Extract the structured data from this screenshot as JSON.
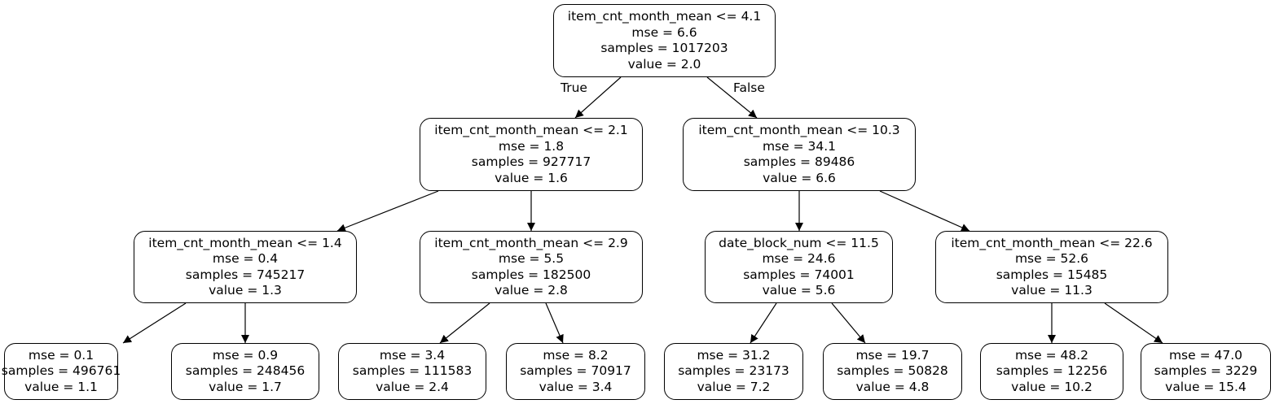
{
  "tree": {
    "nodes": [
      {
        "id": "n0",
        "lines": [
          "item_cnt_month_mean <= 4.1",
          "mse = 6.6",
          "samples = 1017203",
          "value = 2.0"
        ]
      },
      {
        "id": "n1",
        "lines": [
          "item_cnt_month_mean <= 2.1",
          "mse = 1.8",
          "samples = 927717",
          "value = 1.6"
        ]
      },
      {
        "id": "n2",
        "lines": [
          "item_cnt_month_mean <= 10.3",
          "mse = 34.1",
          "samples = 89486",
          "value = 6.6"
        ]
      },
      {
        "id": "n3",
        "lines": [
          "item_cnt_month_mean <= 1.4",
          "mse = 0.4",
          "samples = 745217",
          "value = 1.3"
        ]
      },
      {
        "id": "n4",
        "lines": [
          "item_cnt_month_mean <= 2.9",
          "mse = 5.5",
          "samples = 182500",
          "value = 2.8"
        ]
      },
      {
        "id": "n5",
        "lines": [
          "date_block_num <= 11.5",
          "mse = 24.6",
          "samples = 74001",
          "value = 5.6"
        ]
      },
      {
        "id": "n6",
        "lines": [
          "item_cnt_month_mean <= 22.6",
          "mse = 52.6",
          "samples = 15485",
          "value = 11.3"
        ]
      },
      {
        "id": "n7",
        "lines": [
          "mse = 0.1",
          "samples = 496761",
          "value = 1.1"
        ]
      },
      {
        "id": "n8",
        "lines": [
          "mse = 0.9",
          "samples = 248456",
          "value = 1.7"
        ]
      },
      {
        "id": "n9",
        "lines": [
          "mse = 3.4",
          "samples = 111583",
          "value = 2.4"
        ]
      },
      {
        "id": "n10",
        "lines": [
          "mse = 8.2",
          "samples = 70917",
          "value = 3.4"
        ]
      },
      {
        "id": "n11",
        "lines": [
          "mse = 31.2",
          "samples = 23173",
          "value = 7.2"
        ]
      },
      {
        "id": "n12",
        "lines": [
          "mse = 19.7",
          "samples = 50828",
          "value = 4.8"
        ]
      },
      {
        "id": "n13",
        "lines": [
          "mse = 48.2",
          "samples = 12256",
          "value = 10.2"
        ]
      },
      {
        "id": "n14",
        "lines": [
          "mse = 47.0",
          "samples = 3229",
          "value = 15.4"
        ]
      }
    ],
    "edges": [
      {
        "from": "n0",
        "to": "n1",
        "label": "True"
      },
      {
        "from": "n0",
        "to": "n2",
        "label": "False"
      },
      {
        "from": "n1",
        "to": "n3"
      },
      {
        "from": "n1",
        "to": "n4"
      },
      {
        "from": "n2",
        "to": "n5"
      },
      {
        "from": "n2",
        "to": "n6"
      },
      {
        "from": "n3",
        "to": "n7"
      },
      {
        "from": "n3",
        "to": "n8"
      },
      {
        "from": "n4",
        "to": "n9"
      },
      {
        "from": "n4",
        "to": "n10"
      },
      {
        "from": "n5",
        "to": "n11"
      },
      {
        "from": "n5",
        "to": "n12"
      },
      {
        "from": "n6",
        "to": "n13"
      },
      {
        "from": "n6",
        "to": "n14"
      }
    ]
  }
}
